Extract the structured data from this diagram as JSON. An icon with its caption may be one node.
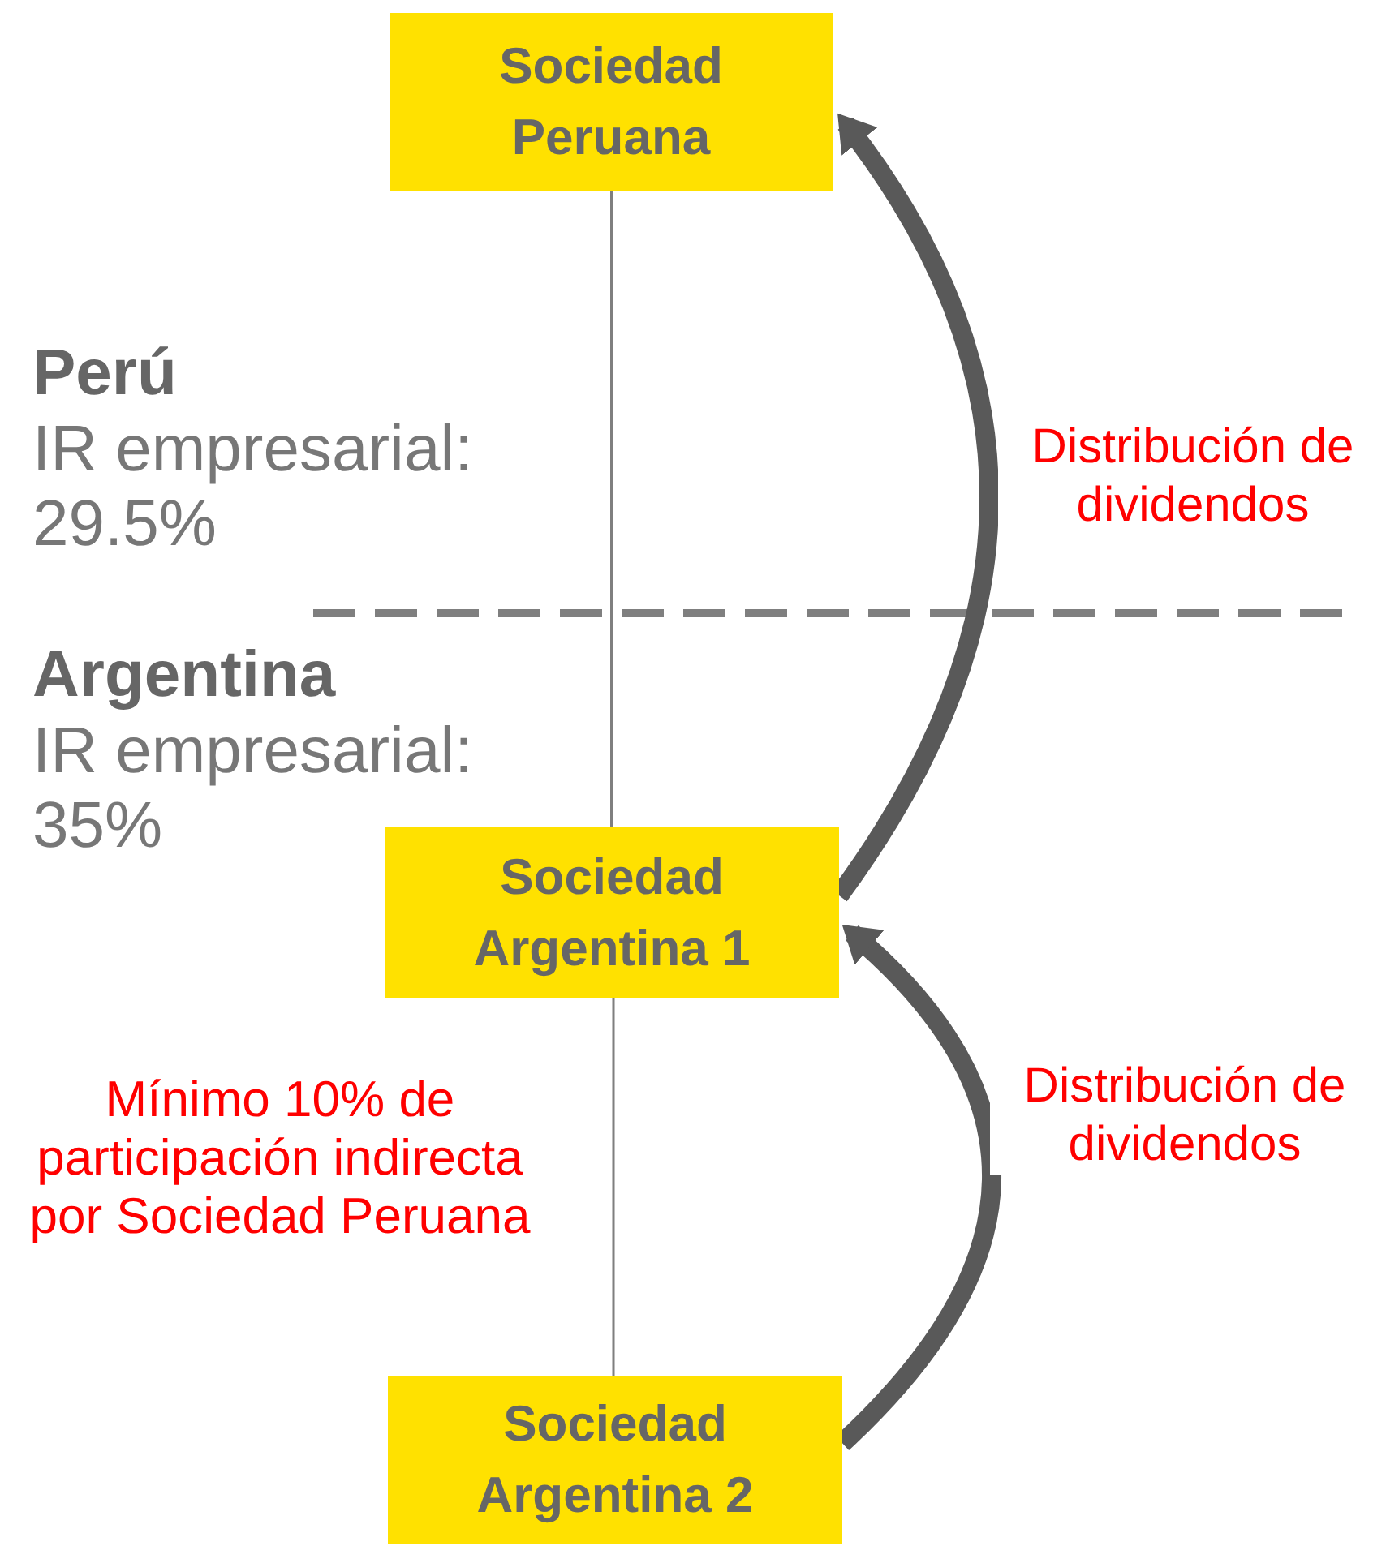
{
  "diagram": {
    "nodes": [
      {
        "text": [
          "Sociedad Peruana"
        ]
      },
      {
        "text": [
          "Sociedad Argentina 1"
        ]
      },
      {
        "text": [
          "Sociedad Argentina 2"
        ]
      }
    ],
    "edges": [
      {
        "from": 0,
        "to": 1,
        "arrow": "none"
      },
      {
        "from": 1,
        "to": 2,
        "arrow": "none"
      },
      {
        "from": 1,
        "to": 0,
        "arrow": "to",
        "label": "Distribución de dividendos",
        "style": "thick"
      },
      {
        "from": 2,
        "to": 1,
        "arrow": "to",
        "label": "Distribución de dividendos",
        "style": "thick"
      }
    ],
    "labels": [
      "Perú",
      "IR empresarial: 29.5%",
      "Argentina",
      "IR empresarial: 35%",
      "Mínimo 10% de participación indirecta por Sociedad Peruana"
    ]
  }
}
